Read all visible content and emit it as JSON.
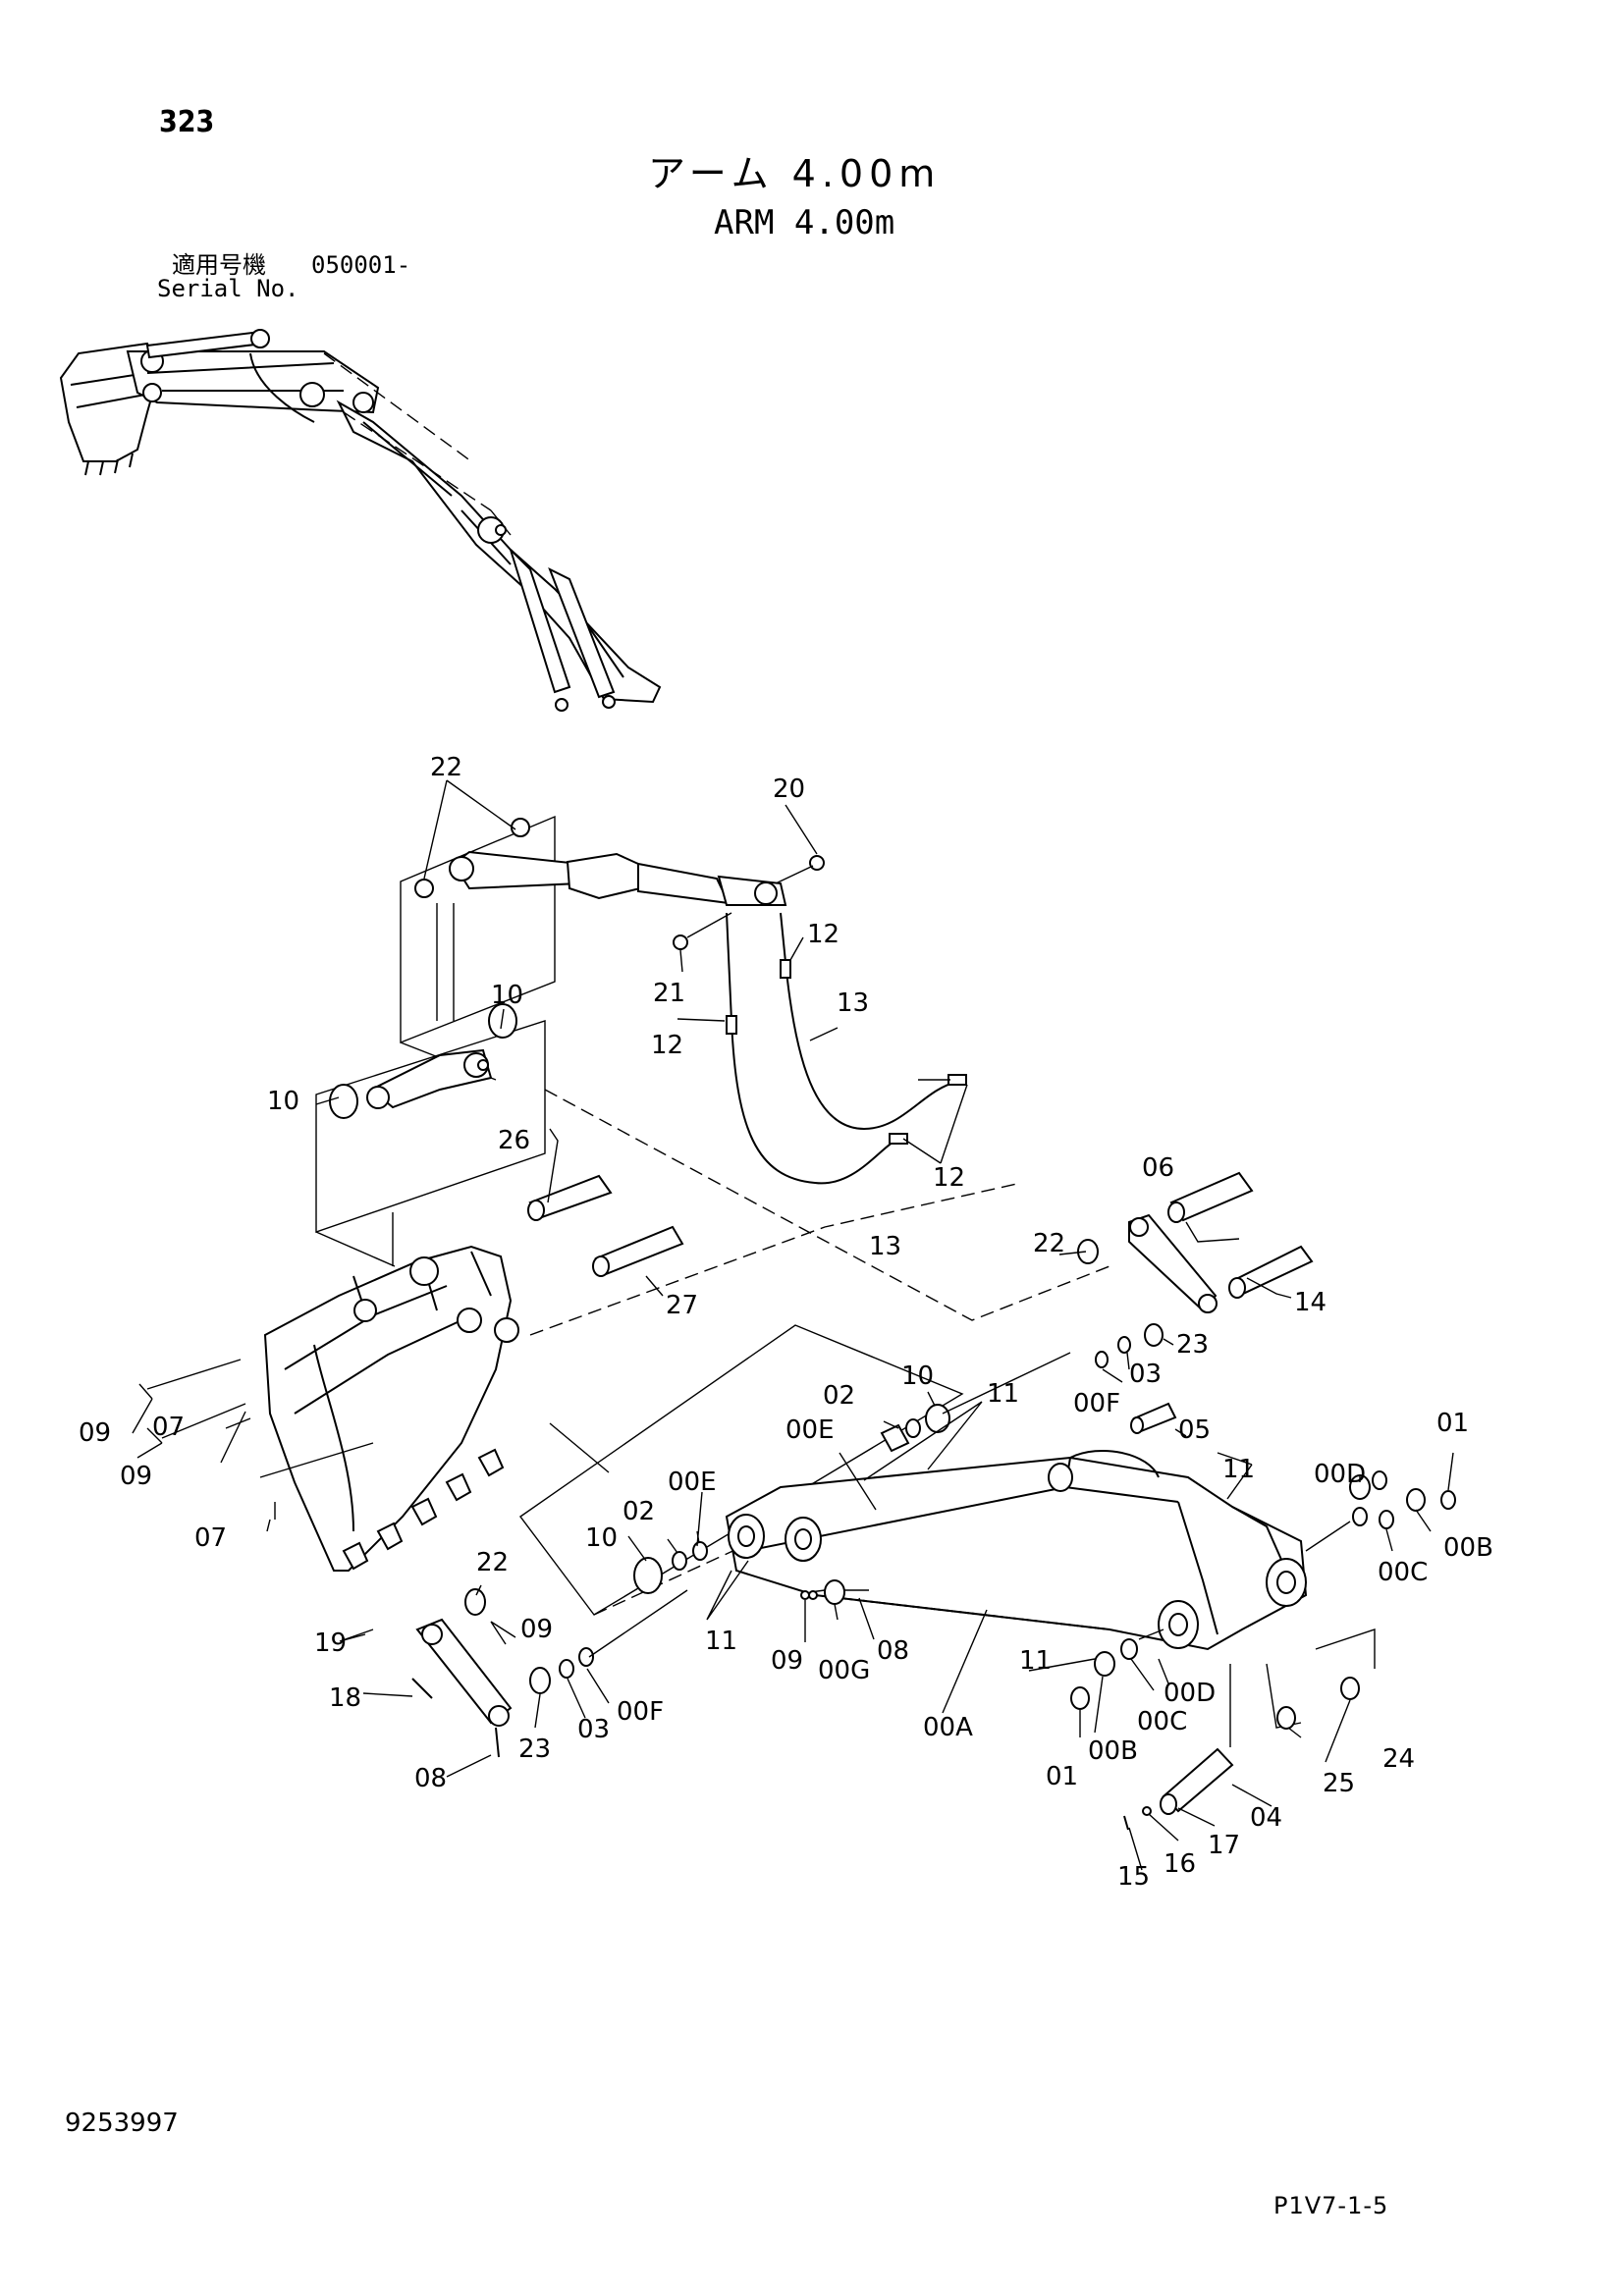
{
  "header": {
    "page_number": "323",
    "title_jp": "アーム 4.00m",
    "title_en": "ARM 4.00m",
    "serial_label_jp": "適用号機",
    "serial_range": "050001-",
    "serial_label_en": "Serial No."
  },
  "footer": {
    "doc_number": "9253997",
    "page_code": "P1V7-1-5"
  },
  "callouts": [
    "22",
    "20",
    "12",
    "21",
    "12",
    "13",
    "10",
    "10",
    "26",
    "12",
    "13",
    "06",
    "22",
    "27",
    "14",
    "23",
    "03",
    "10",
    "11",
    "02",
    "00E",
    "00F",
    "05",
    "01",
    "09",
    "07",
    "09",
    "07",
    "11",
    "00D",
    "00E",
    "02",
    "10",
    "00B",
    "00C",
    "22",
    "19",
    "09",
    "11",
    "09",
    "00G",
    "08",
    "11",
    "00D",
    "18",
    "23",
    "03",
    "00F",
    "00A",
    "00C",
    "01",
    "00B",
    "24",
    "25",
    "08",
    "04",
    "17",
    "16",
    "15"
  ]
}
